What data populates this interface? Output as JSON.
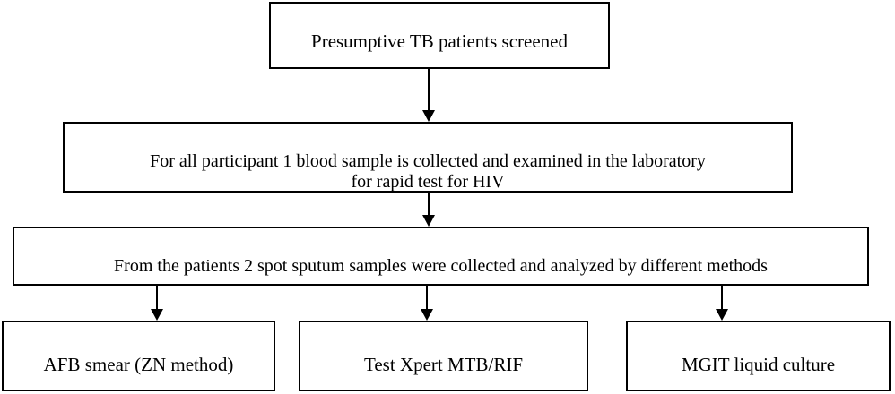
{
  "diagram": {
    "type": "flowchart",
    "orientation": "top-to-bottom",
    "nodes": [
      {
        "id": "screened",
        "label": "Presumptive TB patients screened"
      },
      {
        "id": "blood",
        "label": "For all participant 1 blood sample is collected and examined in the laboratory\nfor rapid test for HIV"
      },
      {
        "id": "sputum",
        "label": "From the patients 2 spot sputum samples were collected and analyzed by different methods"
      },
      {
        "id": "afb",
        "label": "AFB smear (ZN method)"
      },
      {
        "id": "xpert",
        "label": "Test Xpert MTB/RIF"
      },
      {
        "id": "mgit",
        "label": "MGIT liquid culture"
      }
    ],
    "edges": [
      {
        "id": "conn-1",
        "from": "screened",
        "to": "blood",
        "style": "arrow-down"
      },
      {
        "id": "conn-2",
        "from": "blood",
        "to": "sputum",
        "style": "arrow-down"
      },
      {
        "id": "conn-3",
        "from": "sputum",
        "to": "afb",
        "style": "arrow-down"
      },
      {
        "id": "conn-4",
        "from": "sputum",
        "to": "xpert",
        "style": "arrow-down"
      },
      {
        "id": "conn-5",
        "from": "sputum",
        "to": "mgit",
        "style": "arrow-down"
      }
    ],
    "colors": {
      "background": "#ffffff",
      "stroke": "#000000",
      "text": "#000000",
      "node_fill": "#ffffff"
    }
  }
}
